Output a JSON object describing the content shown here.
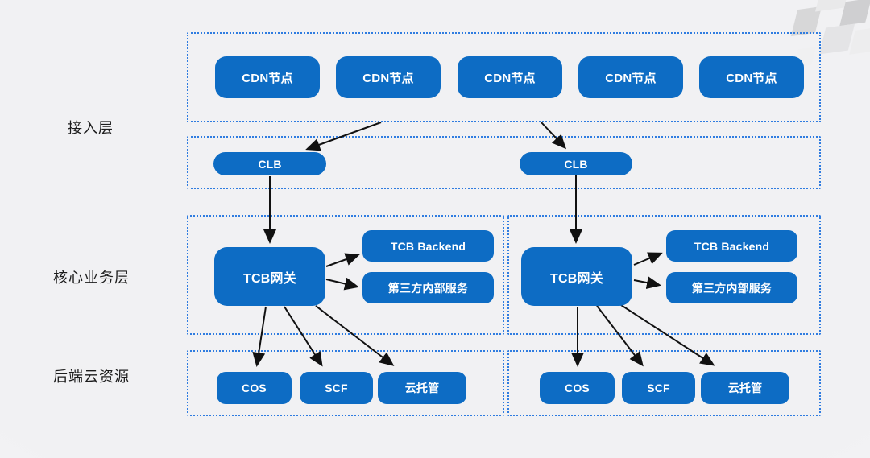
{
  "colors": {
    "node_fill": "#0d6cc4",
    "node_text": "#ffffff",
    "dashed_border": "#2f7ce0",
    "arrow": "#111111",
    "label_text": "#1c1c1c"
  },
  "layer_labels": {
    "access": "接入层",
    "core": "核心业务层",
    "backend": "后端云资源"
  },
  "diagram": {
    "cdn_nodes": [
      "CDN节点",
      "CDN节点",
      "CDN节点",
      "CDN节点",
      "CDN节点"
    ],
    "clb_nodes": [
      "CLB",
      "CLB"
    ],
    "core_groups": [
      {
        "gateway": "TCB网关",
        "backend": "TCB Backend",
        "third_party": "第三方内部服务"
      },
      {
        "gateway": "TCB网关",
        "backend": "TCB Backend",
        "third_party": "第三方内部服务"
      }
    ],
    "backend_groups": [
      {
        "cos": "COS",
        "scf": "SCF",
        "hosting": "云托管"
      },
      {
        "cos": "COS",
        "scf": "SCF",
        "hosting": "云托管"
      }
    ]
  }
}
